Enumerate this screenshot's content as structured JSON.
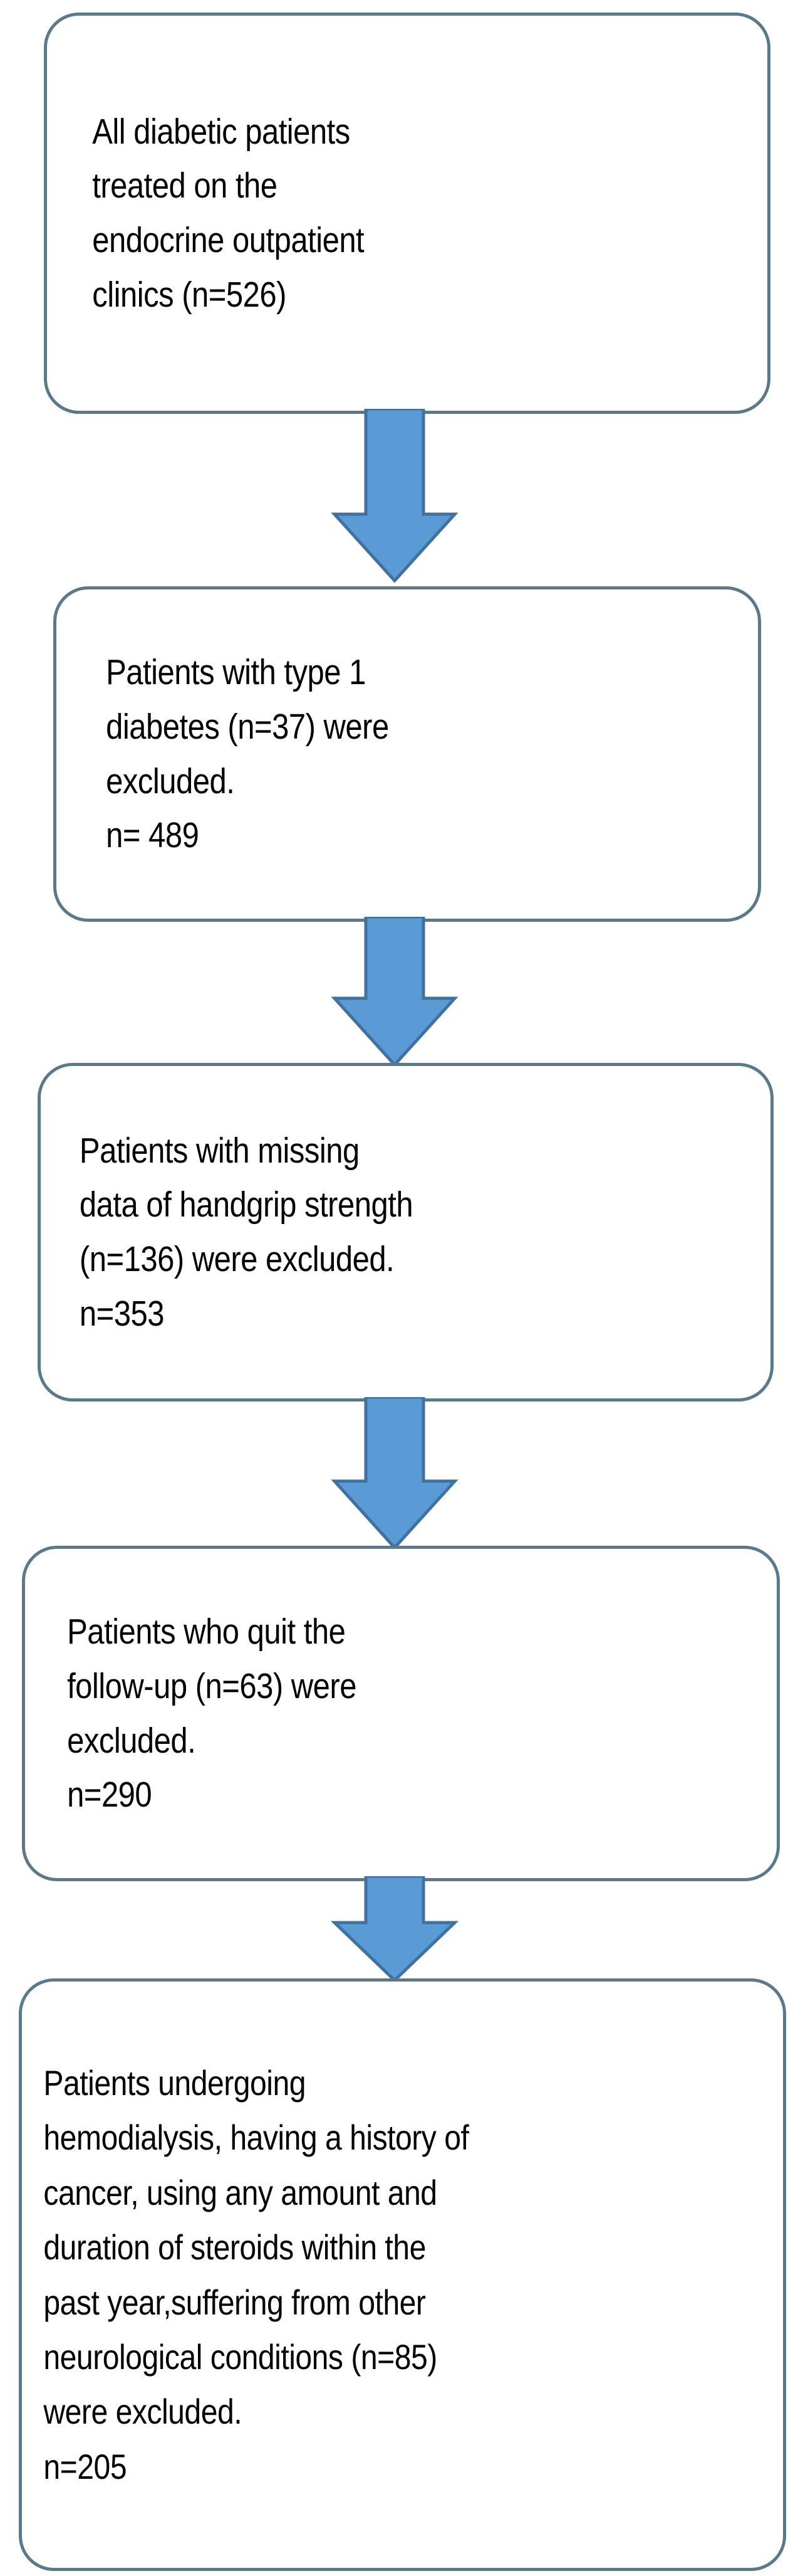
{
  "diagram": {
    "type": "flowchart",
    "title": "Patient selection flow diagram",
    "orientation": "vertical",
    "colors": {
      "box_border": "#5b7989",
      "box_fill": "#ffffff",
      "arrow_fill": "#5b9bd5",
      "arrow_outline": "#41719c",
      "text": "#000000"
    },
    "nodes": [
      {
        "id": "node-1",
        "name": "all-diabetic-patients",
        "text": "All diabetic patients\ntreated on the\nendocrine outpatient\nclinics (n=526)",
        "n_total": 526
      },
      {
        "id": "node-2",
        "name": "excluded-type-1-diabetes",
        "text": "Patients with type 1\ndiabetes (n=37) were\nexcluded.\nn= 489",
        "n_excluded": 37,
        "n_remaining": 489
      },
      {
        "id": "node-3",
        "name": "excluded-missing-handgrip",
        "text": "Patients with missing\ndata of handgrip strength\n(n=136) were excluded.\nn=353",
        "n_excluded": 136,
        "n_remaining": 353
      },
      {
        "id": "node-4",
        "name": "excluded-quit-follow-up",
        "text": "Patients who quit the\nfollow-up (n=63) were\nexcluded.\nn=290",
        "n_excluded": 63,
        "n_remaining": 290
      },
      {
        "id": "node-5",
        "name": "excluded-comorbidities",
        "text": "Patients undergoing\nhemodialysis, having a history of\ncancer, using any amount and\nduration of steroids within the\npast year,suffering from other\nneurological conditions  (n=85)\nwere excluded.\nn=205",
        "n_excluded": 85,
        "n_remaining": 205
      }
    ],
    "connectors": [
      {
        "id": "arrow-1",
        "name": "down-arrow-icon",
        "from": "node-1",
        "to": "node-2"
      },
      {
        "id": "arrow-2",
        "name": "down-arrow-icon",
        "from": "node-2",
        "to": "node-3"
      },
      {
        "id": "arrow-3",
        "name": "down-arrow-icon",
        "from": "node-3",
        "to": "node-4"
      },
      {
        "id": "arrow-4",
        "name": "down-arrow-icon",
        "from": "node-4",
        "to": "node-5"
      }
    ]
  }
}
